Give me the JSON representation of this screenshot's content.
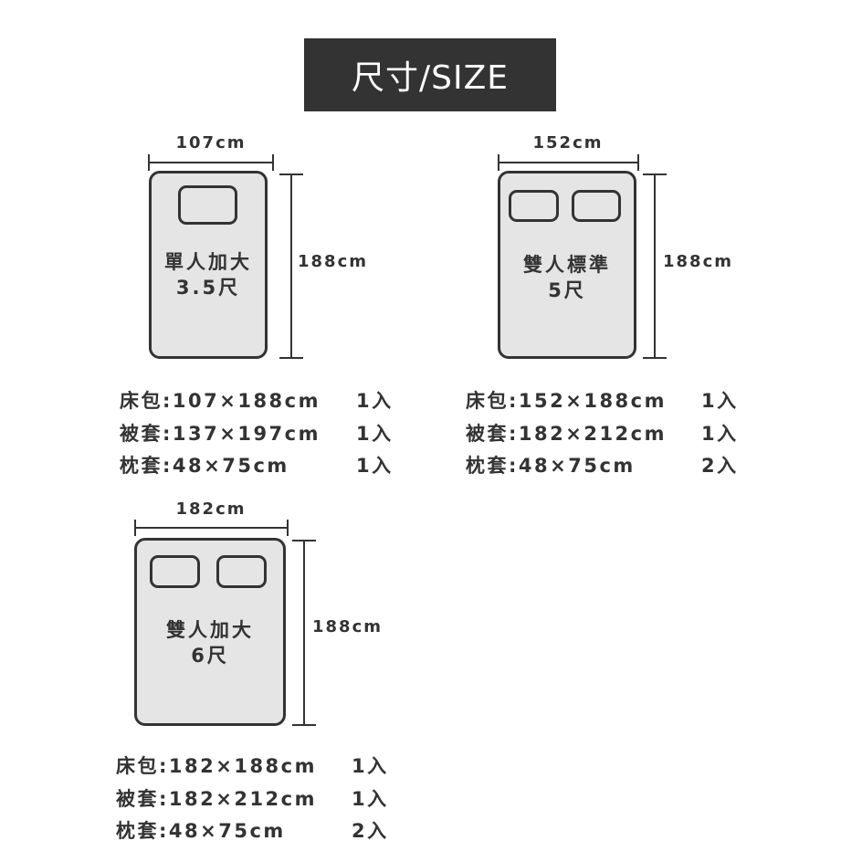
{
  "title": "尺寸/SIZE",
  "beds": [
    {
      "width_label": "107cm",
      "length_label": "188cm",
      "name": "單人加大",
      "size": "3.5尺",
      "pillows": 1,
      "specs": [
        {
          "item": "床包:107×188cm",
          "qty": "1入"
        },
        {
          "item": "被套:137×197cm",
          "qty": "1入"
        },
        {
          "item": "枕套:48×75cm",
          "qty": "1入"
        }
      ]
    },
    {
      "width_label": "152cm",
      "length_label": "188cm",
      "name": "雙人標準",
      "size": "5尺",
      "pillows": 2,
      "specs": [
        {
          "item": "床包:152×188cm",
          "qty": "1入"
        },
        {
          "item": "被套:182×212cm",
          "qty": "1入"
        },
        {
          "item": "枕套:48×75cm",
          "qty": "2入"
        }
      ]
    },
    {
      "width_label": "182cm",
      "length_label": "188cm",
      "name": "雙人加大",
      "size": "6尺",
      "pillows": 2,
      "specs": [
        {
          "item": "床包:182×188cm",
          "qty": "1入"
        },
        {
          "item": "被套:182×212cm",
          "qty": "1入"
        },
        {
          "item": "枕套:48×75cm",
          "qty": "2入"
        }
      ]
    }
  ]
}
